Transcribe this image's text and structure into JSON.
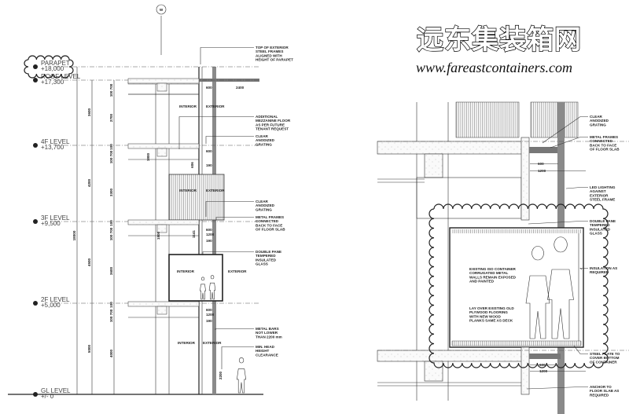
{
  "logo": {
    "chinese": "远东集装箱网",
    "url": "www.fareastcontainers.com"
  },
  "left_section": {
    "grid_marker": "W",
    "levels": [
      {
        "name": "PARAPET",
        "elevation": "+18,000"
      },
      {
        "name": "ROOF LEVEL",
        "elevation": "+17,300"
      },
      {
        "name": "4F LEVEL",
        "elevation": "+13,700"
      },
      {
        "name": "3F LEVEL",
        "elevation": "+9,500"
      },
      {
        "name": "2F LEVEL",
        "elevation": "+5,000"
      },
      {
        "name": "GL LEVEL",
        "elevation": "+/- 0"
      }
    ],
    "overall_dimension": "18000",
    "storey_dimensions": [
      "3600",
      "4200",
      "4500",
      "5000"
    ],
    "sub_dimensions": [
      "100 700",
      "2700",
      "100",
      "100 700",
      "3300",
      "100",
      "100 700",
      "3600",
      "100",
      "100 700",
      "4000"
    ],
    "detail_dimensions": [
      "600",
      "2400",
      "600",
      "190",
      "1800",
      "606",
      "600",
      "1200",
      "190",
      "1800",
      "1141",
      "600",
      "1200",
      "190",
      "2200"
    ],
    "room_labels": [
      "INTERIOR",
      "EXTERIOR",
      "INTERIOR",
      "EXTERIOR",
      "INTERIOR",
      "EXTERIOR",
      "INTERIOR",
      "EXTERIOR"
    ],
    "annotations": [
      [
        "TOP OF EXTERIOR",
        "STEEL FRAMES",
        "ALIGNED WITH",
        "HEIGHT OF PARAPET"
      ],
      [
        "ADDITIONAL",
        "MEZZANINE FLOOR",
        "AS PER FUTURE",
        "TENANT REQUEST"
      ],
      [
        "CLEAR",
        "ANODIZED",
        "GRATING"
      ],
      [
        "CLEAR",
        "ANODIZED",
        "GRATING"
      ],
      [
        "METAL FRAMES",
        "CONNECTED",
        "BACK TO FACE",
        "OF FLOOR SLAB"
      ],
      [
        "DOUBLE PANE",
        "TEMPERED",
        "INSULATED",
        "GLASS"
      ],
      [
        "METAL BARS",
        "NOT LOWER",
        "THAN 2200 mm"
      ],
      [
        "MIN. HEAD",
        "HEIGHT",
        "CLEARANCE"
      ]
    ]
  },
  "right_detail": {
    "annotations": [
      [
        "CLEAR",
        "ANODIZED",
        "GRATING"
      ],
      [
        "METAL FRAMES",
        "CONNECTED",
        "BACK TO FACE",
        "OF FLOOR SLAB"
      ],
      [
        "LED LIGHTING",
        "AGAINST",
        "EXTERIOR",
        "STEEL FRAME"
      ],
      [
        "DOUBLE PANE",
        "TEMPERED",
        "INSULATED",
        "GLASS"
      ],
      [
        "INSULATION AS",
        "REQUIRED"
      ],
      [
        "STEEL PLATE TO",
        "COVER BOTTOM",
        "OF CONTAINER"
      ],
      [
        "ANCHOR TO",
        "FLOOR SLAB AS",
        "REQUIRED"
      ]
    ],
    "interior_notes": [
      [
        "EXISTING ISO CONTAINER",
        "CORRUGATED METAL",
        "WALLS REMAIN EXPOSED",
        "AND PAINTED"
      ],
      [
        "LAY OVER EXISTING OLD",
        "PLYWOOD FLOORING",
        "WITH NEW WOOD",
        "PLANKS SAME AS DECK"
      ]
    ],
    "dimensions": [
      "600",
      "1200",
      "600",
      "1200"
    ]
  },
  "colors": {
    "line": "#333333",
    "steel_frame": "#8a8a8a",
    "hatch": "#bbbbbb"
  }
}
